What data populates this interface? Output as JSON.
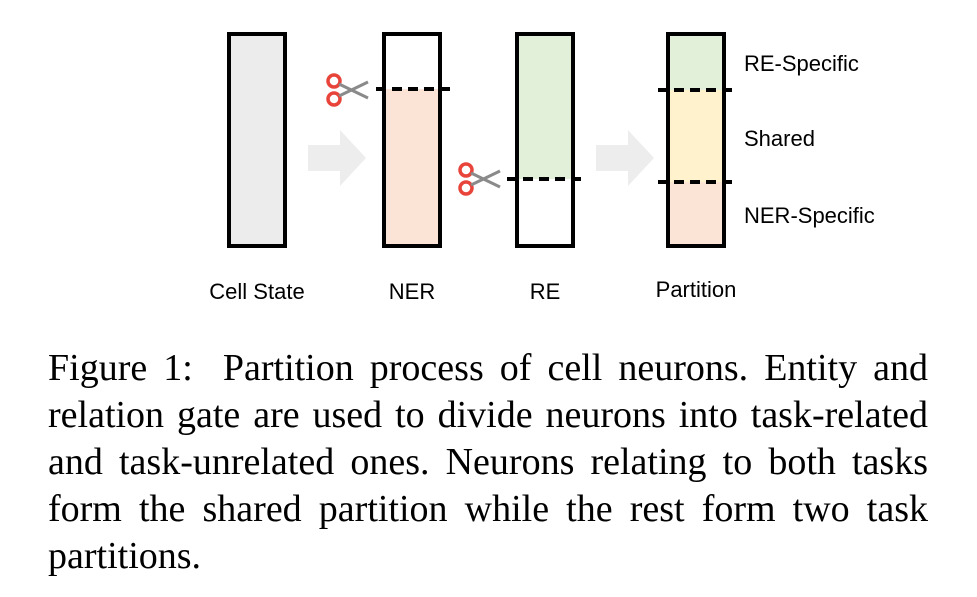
{
  "diagram": {
    "columns": [
      "Cell State",
      "NER",
      "RE",
      "Partition"
    ],
    "partition_labels": [
      "RE-Specific",
      "Shared",
      "NER-Specific"
    ],
    "colors": {
      "cell_state_fill": "#ececec",
      "ner_fill": "#fbe3d6",
      "re_fill": "#e2efd9",
      "shared_fill": "#fff2cc",
      "arrow_fill": "#ededed",
      "scissors": "#e8443a"
    },
    "icons": [
      "arrow-right-icon",
      "scissors-icon"
    ]
  },
  "caption": {
    "label": "Figure 1:",
    "text": "Partition process of cell neurons. Entity and relation gate are used to divide neurons into task-related and task-unrelated ones. Neurons relating to both tasks form the shared partition while the rest form two task partitions."
  }
}
